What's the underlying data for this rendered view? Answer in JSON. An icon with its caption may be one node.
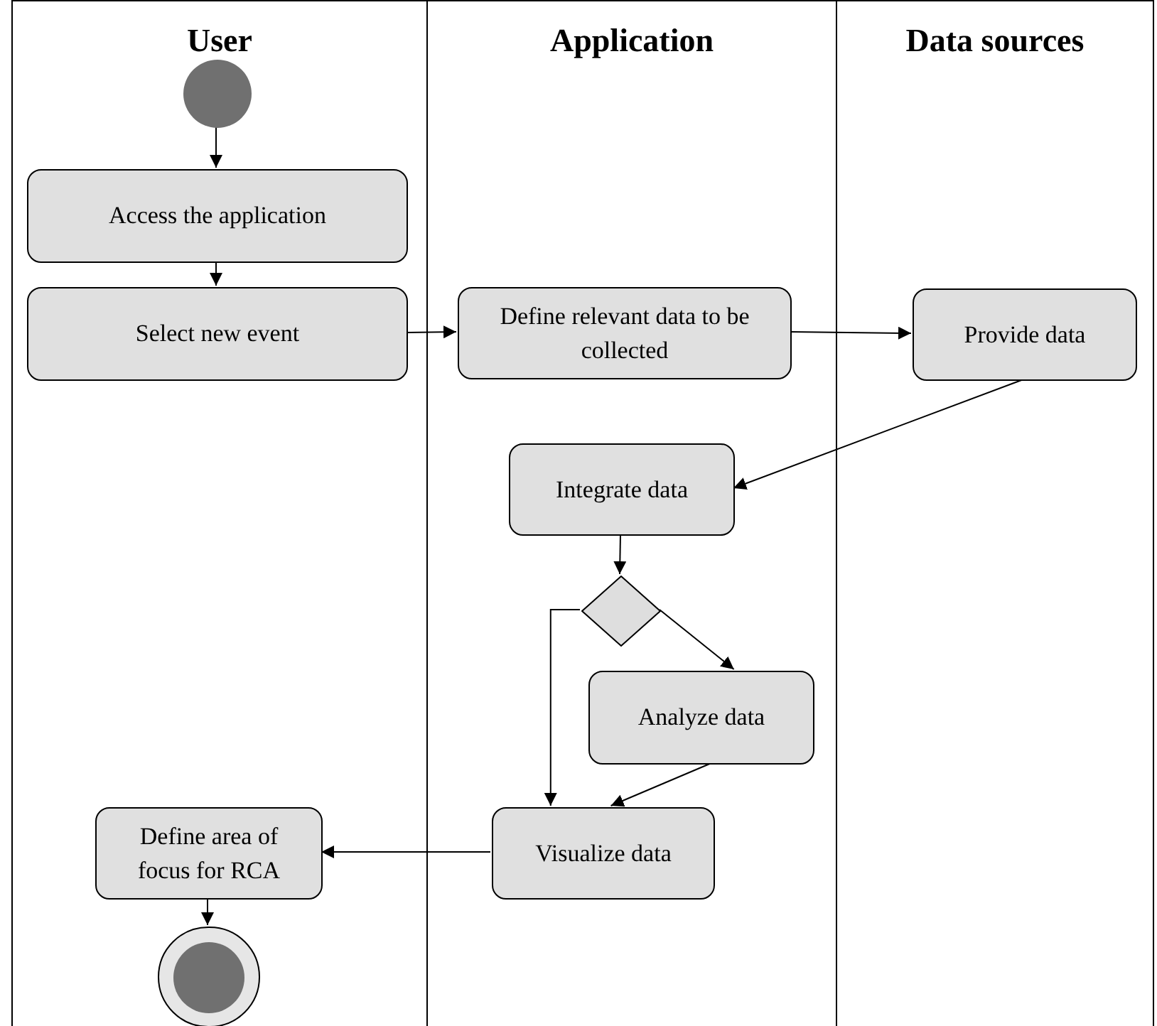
{
  "diagram": {
    "nodes": [
      {
        "text": [
          "User"
        ]
      },
      {
        "text": [
          "Application"
        ]
      },
      {
        "text": [
          "Data sources"
        ]
      },
      {
        "text": [],
        "shape": "circle",
        "in": 0
      },
      {
        "text": [
          "Access the application"
        ],
        "in": 0
      },
      {
        "text": [
          "Select new event"
        ],
        "in": 0
      },
      {
        "text": [
          "Define relevant data to be collected"
        ],
        "in": 1
      },
      {
        "text": [
          "Provide data"
        ],
        "in": 2
      },
      {
        "text": [
          "Integrate data"
        ],
        "in": 1
      },
      {
        "text": [],
        "shape": "diamond",
        "in": 1
      },
      {
        "text": [
          "Analyze data"
        ],
        "in": 1
      },
      {
        "text": [
          "Visualize data"
        ],
        "in": 1
      },
      {
        "text": [
          "Define area of focus for RCA"
        ],
        "in": 0
      },
      {
        "text": [],
        "shape": "circle",
        "in": 0
      }
    ],
    "edges": [
      {
        "from": 3,
        "to": 4,
        "arrow": "to"
      },
      {
        "from": 4,
        "to": 5,
        "arrow": "to"
      },
      {
        "from": 5,
        "to": 6,
        "arrow": "to"
      },
      {
        "from": 6,
        "to": 7,
        "arrow": "to"
      },
      {
        "from": 7,
        "to": 8,
        "arrow": "to"
      },
      {
        "from": 8,
        "to": 9,
        "arrow": "to"
      },
      {
        "from": 9,
        "to": 10,
        "arrow": "to"
      },
      {
        "from": 9,
        "to": 11,
        "arrow": "to"
      },
      {
        "from": 10,
        "to": 11,
        "arrow": "to"
      },
      {
        "from": 11,
        "to": 12,
        "arrow": "to"
      },
      {
        "from": 12,
        "to": 13,
        "arrow": "to"
      }
    ]
  }
}
